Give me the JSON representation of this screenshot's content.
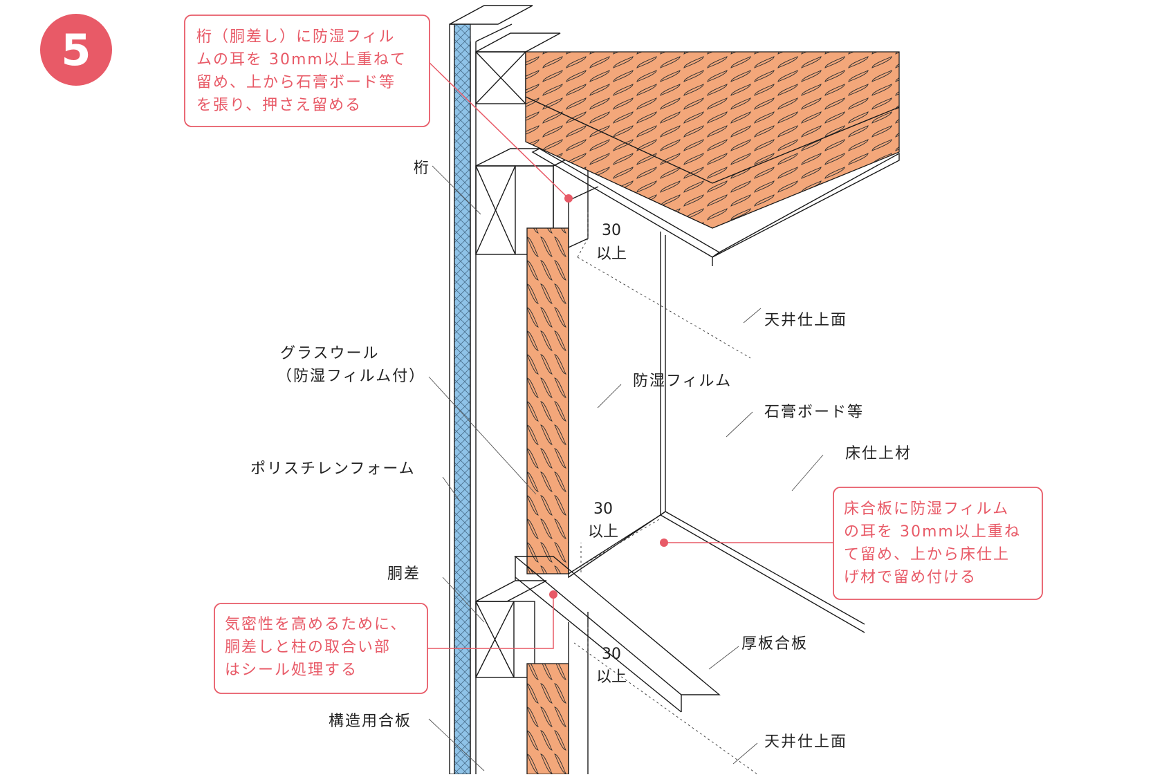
{
  "step_number": "5",
  "colors": {
    "accent": "#e85a67",
    "insulation": "#f3a77a",
    "foam_board": "#8fc3e8",
    "line": "#1a1a1a",
    "text": "#222222"
  },
  "notes": {
    "top": [
      "桁（胴差し）に防湿フィル",
      "ムの耳を 30mm以上重ねて",
      "留め、上から石膏ボード等",
      "を張り、押さえ留める"
    ],
    "right": [
      "床合板に防湿フィルム",
      "の耳を 30mm以上重ね",
      "て留め、上から床仕上",
      "げ材で留め付ける"
    ],
    "bottom": [
      "気密性を高めるために、",
      "胴差しと柱の取合い部",
      "はシール処理する"
    ]
  },
  "labels": {
    "beam": "桁",
    "glass_wool": [
      "グラスウール",
      "（防湿フィルム付）"
    ],
    "polystyrene": "ポリスチレンフォーム",
    "girt": "胴差",
    "structural_plywood": "構造用合板",
    "ceiling_finish_top": "天井仕上面",
    "vapor_film": "防湿フィルム",
    "gypsum_board": "石膏ボード等",
    "floor_finish": "床仕上材",
    "thick_plywood": "厚板合板",
    "ceiling_finish_bottom": "天井仕上面"
  },
  "dimensions": {
    "top": [
      "30",
      "以上"
    ],
    "middle": [
      "30",
      "以上"
    ],
    "bottom": [
      "30",
      "以上"
    ]
  },
  "icons": {
    "step_badge": "circle-badge",
    "leader_dot": "dot-marker"
  }
}
